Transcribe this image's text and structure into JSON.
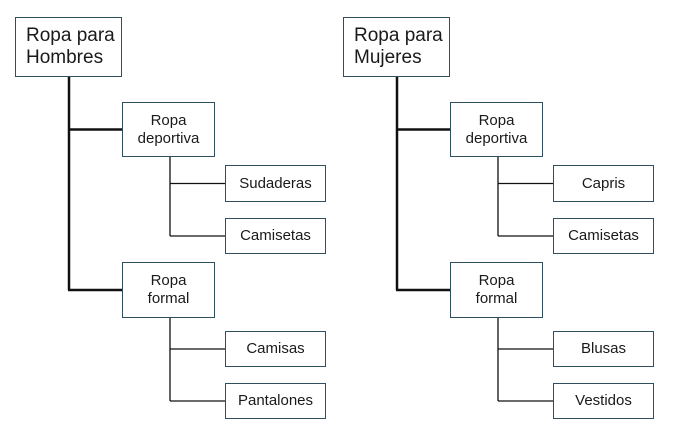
{
  "diagram": {
    "type": "tree",
    "trees": [
      {
        "label": "Ropa para\nHombres",
        "children": [
          {
            "label": "Ropa\ndeportiva",
            "children": [
              {
                "label": "Sudaderas"
              },
              {
                "label": "Camisetas"
              }
            ]
          },
          {
            "label": "Ropa\nformal",
            "children": [
              {
                "label": "Camisas"
              },
              {
                "label": "Pantalones"
              }
            ]
          }
        ]
      },
      {
        "label": "Ropa para\nMujeres",
        "children": [
          {
            "label": "Ropa\ndeportiva",
            "children": [
              {
                "label": "Capris"
              },
              {
                "label": "Camisetas"
              }
            ]
          },
          {
            "label": "Ropa\nformal",
            "children": [
              {
                "label": "Blusas"
              },
              {
                "label": "Vestidos"
              }
            ]
          }
        ]
      }
    ],
    "colors": {
      "border": "#2f4f5f",
      "line": "#111111",
      "text": "#1a1a1a"
    }
  }
}
